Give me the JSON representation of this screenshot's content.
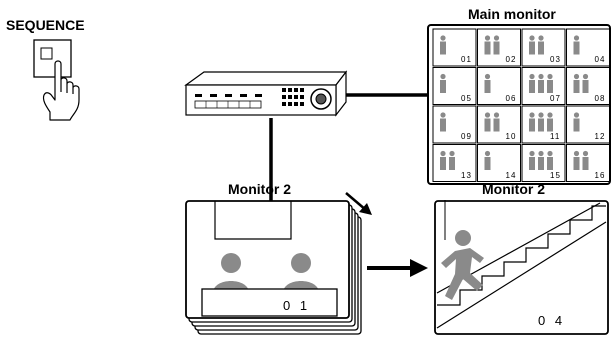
{
  "labels": {
    "sequence": "SEQUENCE",
    "main_monitor": "Main monitor",
    "monitor2_left": "Monitor 2",
    "monitor2_right": "Monitor 2"
  },
  "main_monitor_tiles": [
    "01",
    "02",
    "03",
    "04",
    "05",
    "06",
    "07",
    "08",
    "09",
    "10",
    "11",
    "12",
    "13",
    "14",
    "15",
    "16"
  ],
  "left_screen_channel": "0 1",
  "right_screen_channel": "0 4",
  "icons": {
    "button": "sequence-button-icon",
    "hand": "pointing-hand-icon",
    "dvr": "dvr-recorder-icon",
    "arrow": "right-arrow-icon"
  },
  "colors": {
    "figure_gray": "#8a8a8a",
    "line": "#000000",
    "fill": "#ffffff"
  }
}
